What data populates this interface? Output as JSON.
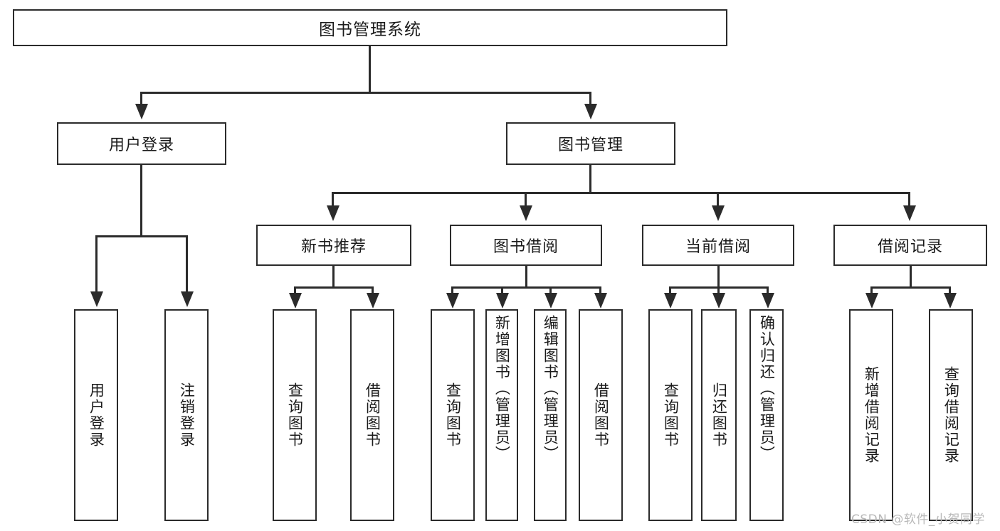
{
  "diagram": {
    "title": "图书管理系统",
    "root": {
      "label": "图书管理系统"
    },
    "level1": [
      {
        "label": "用户登录"
      },
      {
        "label": "图书管理"
      }
    ],
    "level2": [
      {
        "label": "新书推荐"
      },
      {
        "label": "图书借阅"
      },
      {
        "label": "当前借阅"
      },
      {
        "label": "借阅记录"
      }
    ],
    "leaves": {
      "user_login": [
        {
          "label": "用户登录"
        },
        {
          "label": "注销登录"
        }
      ],
      "new_book_recommend": [
        {
          "label": "查询图书"
        },
        {
          "label": "借阅图书"
        }
      ],
      "book_borrow": [
        {
          "label": "查询图书"
        },
        {
          "label": "新增图书（管理员）"
        },
        {
          "label": "编辑图书（管理员）"
        },
        {
          "label": "借阅图书"
        }
      ],
      "current_borrow": [
        {
          "label": "查询图书"
        },
        {
          "label": "归还图书"
        },
        {
          "label": "确认归还（管理员）"
        }
      ],
      "borrow_record": [
        {
          "label": "新增借阅记录"
        },
        {
          "label": "查询借阅记录"
        }
      ]
    }
  },
  "watermark": {
    "text": "CSDN @软件_小贺同学"
  },
  "colors": {
    "stroke": "#2b2b2b",
    "background": "#ffffff",
    "text": "#1a1a1a",
    "watermark": "#b9b9b9"
  }
}
